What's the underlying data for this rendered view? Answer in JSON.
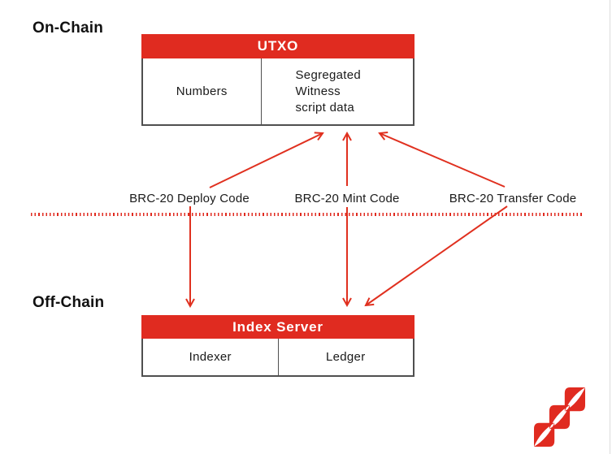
{
  "diagram": {
    "on_chain_label": "On-Chain",
    "off_chain_label": "Off-Chain",
    "utxo_table": {
      "title": "UTXO",
      "left_cell": "Numbers",
      "right_cell_lines": [
        "Segregated",
        "Witness",
        "script data"
      ]
    },
    "code_labels": [
      {
        "id": "deploy",
        "label": "BRC-20 Deploy Code"
      },
      {
        "id": "mint",
        "label": "BRC-20 Mint Code"
      },
      {
        "id": "transfer",
        "label": "BRC-20 Transfer Code"
      }
    ],
    "index_table": {
      "title": "Index Server",
      "left_cell": "Indexer",
      "right_cell": "Ledger"
    },
    "connections": [
      {
        "from": "BRC-20 Deploy Code",
        "to": "UTXO"
      },
      {
        "from": "BRC-20 Mint Code",
        "to": "UTXO"
      },
      {
        "from": "BRC-20 Transfer Code",
        "to": "UTXO"
      },
      {
        "from": "BRC-20 Deploy Code",
        "to": "Index Server"
      },
      {
        "from": "BRC-20 Mint Code",
        "to": "Index Server"
      },
      {
        "from": "BRC-20 Transfer Code",
        "to": "Index Server"
      }
    ],
    "colors": {
      "accent_red": "#E02B20",
      "arrow_red": "#E0301F",
      "text": "#1A1A1A",
      "box_border": "#4F4F4F"
    },
    "icons": {
      "brand_logo": "red-zigzag-squares-logo"
    }
  }
}
